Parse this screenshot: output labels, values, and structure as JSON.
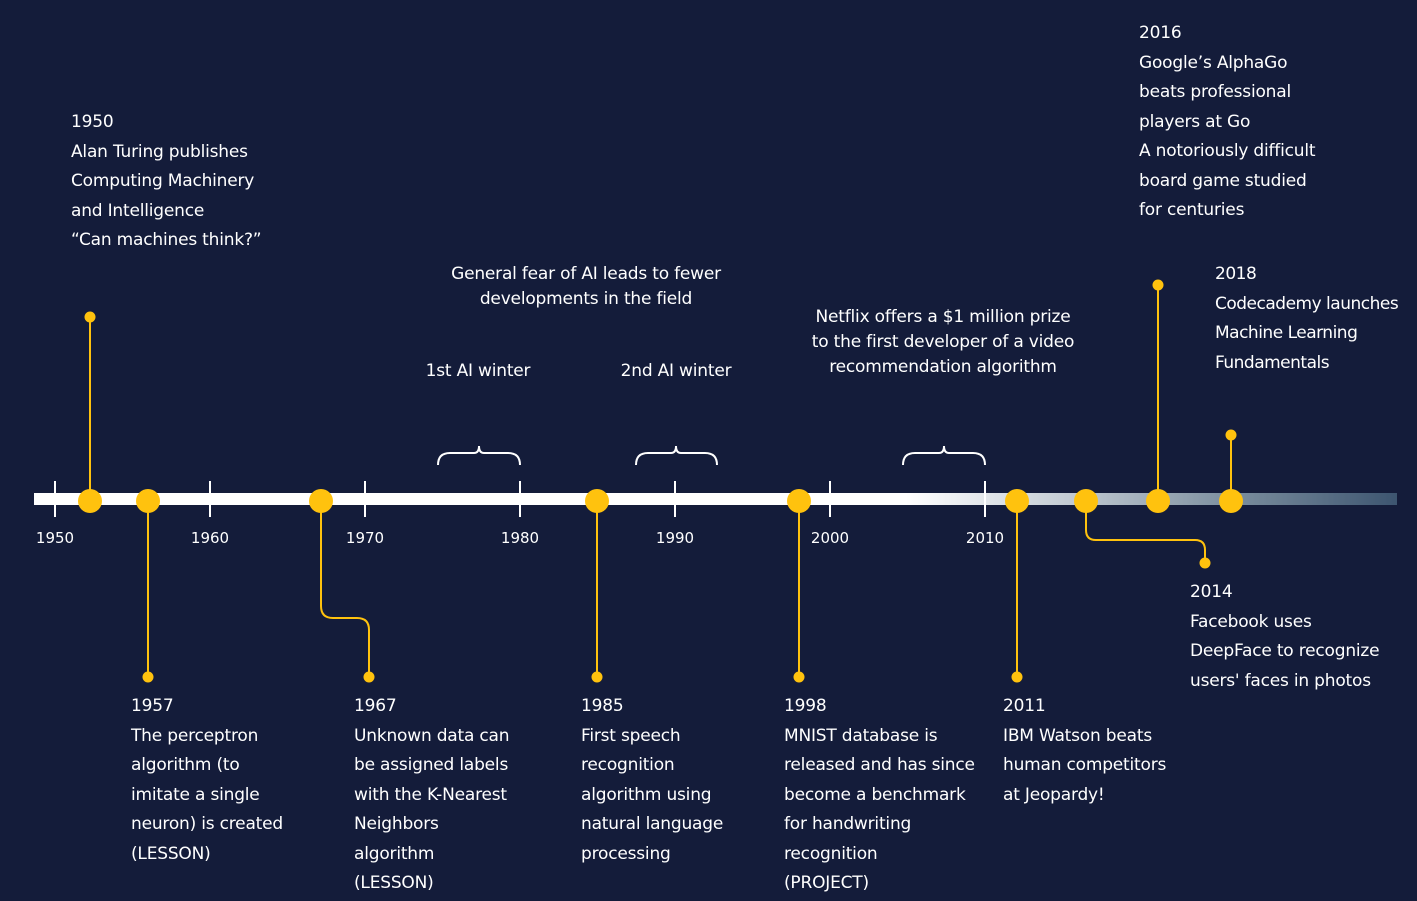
{
  "colors": {
    "background": "#141c3a",
    "axis": "#ffffff",
    "axis_fade": "#3d5570",
    "accent": "#ffc20e",
    "text": "#ffffff"
  },
  "axis": {
    "ticks": [
      {
        "label": "1950",
        "value": 1950
      },
      {
        "label": "1960",
        "value": 1960
      },
      {
        "label": "1970",
        "value": 1970
      },
      {
        "label": "1980",
        "value": 1980
      },
      {
        "label": "1990",
        "value": 1990
      },
      {
        "label": "2000",
        "value": 2000
      },
      {
        "label": "2010",
        "value": 2010
      }
    ]
  },
  "events": [
    {
      "id": "e1950",
      "year": "1950",
      "lines": [
        "Alan Turing publishes",
        "Computing Machinery",
        "and Intelligence",
        "“Can machines think?”"
      ]
    },
    {
      "id": "e1957",
      "year": "1957",
      "lines": [
        "The perceptron",
        "algorithm (to",
        "imitate a single",
        "neuron) is created",
        "(LESSON)"
      ]
    },
    {
      "id": "e1967",
      "year": "1967",
      "lines": [
        "Unknown data can",
        "be assigned labels",
        "with the K-Nearest",
        "Neighbors",
        "algorithm",
        "(LESSON)"
      ]
    },
    {
      "id": "e1985",
      "year": "1985",
      "lines": [
        "First speech",
        "recognition",
        "algorithm using",
        "natural language",
        "processing"
      ]
    },
    {
      "id": "e1998",
      "year": "1998",
      "lines": [
        "MNIST database is",
        "released and has since",
        "become a benchmark",
        "for handwriting",
        "recognition",
        "(PROJECT)"
      ]
    },
    {
      "id": "e2011",
      "year": "2011",
      "lines": [
        "IBM Watson beats",
        "human competitors",
        "at Jeopardy!"
      ]
    },
    {
      "id": "e2014",
      "year": "2014",
      "lines": [
        "Facebook uses",
        "DeepFace to recognize",
        "users' faces in photos"
      ]
    },
    {
      "id": "e2016",
      "year": "2016",
      "lines": [
        "Google’s AlphaGo",
        "beats professional",
        "players at Go",
        "A notoriously difficult",
        "board game studied",
        "for centuries"
      ]
    },
    {
      "id": "e2018",
      "year": "2018",
      "lines": [
        "Codecademy launches",
        "Machine Learning",
        "Fundamentals"
      ]
    }
  ],
  "notes": {
    "ai_fear": [
      "General fear of AI leads to fewer",
      "developments in the field"
    ],
    "winter1": "1st AI winter",
    "winter2": "2nd AI winter",
    "netflix": [
      "Netflix offers a $1 million prize",
      "to the first developer of a video",
      "recommendation algorithm"
    ]
  }
}
